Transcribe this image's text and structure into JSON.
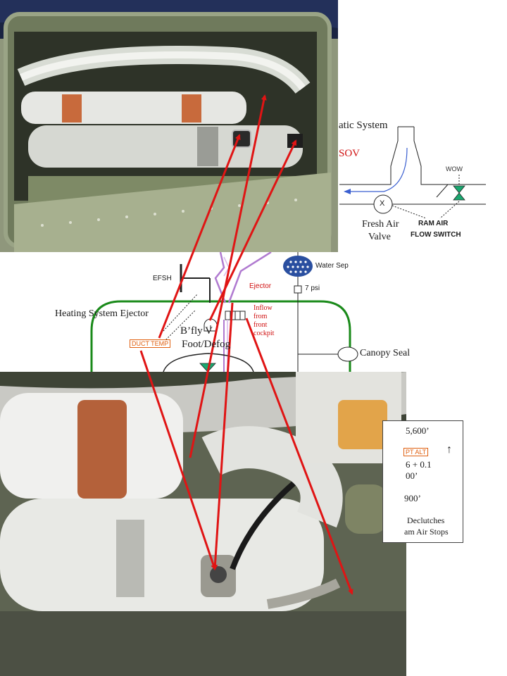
{
  "colors": {
    "cabin_outline": "#1a8a1a",
    "pointer": "#e01414",
    "flow_arrow": "#3a5fd0",
    "ejector_duct": "#b07ad0",
    "tag": "#e06010",
    "valve": "#1aa870",
    "water_sep": "#2a4fa0"
  },
  "labels": {
    "pneumatic_system": "atic System",
    "sov": "SOV",
    "wow": "WOW",
    "fresh_air_valve_line1": "Fresh Air",
    "fresh_air_valve_line2": "Valve",
    "fresh_air_valve_symbol": "X",
    "ram_air_flow_switch_line1": "RAM AIR",
    "ram_air_flow_switch_line2": "FLOW SWITCH",
    "efsh": "EFSH",
    "ejector": "Ejector",
    "water_sep": "Water Sep",
    "psi": "7 psi",
    "heating_system_ejector": "Heating System Ejector",
    "inflow_line1": "Inflow",
    "inflow_line2": "from",
    "inflow_line3": "front",
    "inflow_line4": "cockpit",
    "bfly_v": "B’fly V",
    "foot_defog": "Foot/Defog",
    "duct_temp": "DUCT TEMP",
    "canopy_seal": "Canopy Seal"
  },
  "panel": {
    "alt_top": "5,600’",
    "cpt_alt": "PT ALT",
    "ratio": "6 + 0.1",
    "alt_mid": "00’",
    "alt_low": "900’",
    "declutch": "Declutches",
    "ram_stops": "am Air Stops"
  }
}
